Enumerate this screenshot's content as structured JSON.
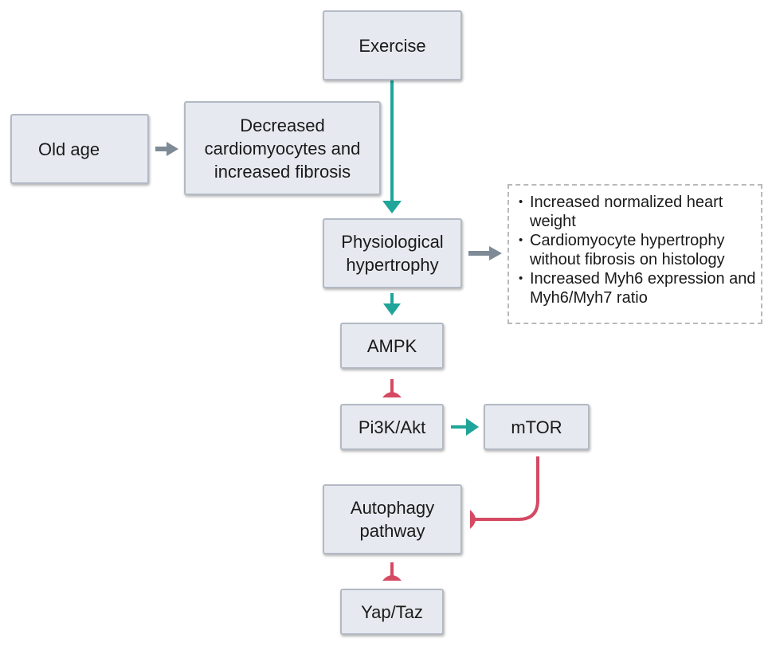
{
  "nodes": {
    "exercise": "Exercise",
    "old_age": "Old age",
    "decreased": [
      "Decreased",
      "cardiomyocytes and",
      "increased fibrosis"
    ],
    "physiological_hypertrophy": [
      "Physiological",
      "hypertrophy"
    ],
    "ampk": "AMPK",
    "pi3k_akt": "Pi3K/Akt",
    "mtor": "mTOR",
    "autophagy": [
      "Autophagy",
      "pathway"
    ],
    "yap_taz": "Yap/Taz"
  },
  "outcomes": [
    "Increased normalized heart weight",
    "Cardiomyocyte hypertrophy without fibrosis on histology",
    "Increased Myh6 expression and Myh6/Myh7 ratio"
  ],
  "edges": [
    {
      "from": "Exercise",
      "to": "Physiological hypertrophy",
      "type": "activation"
    },
    {
      "from": "Old age",
      "to": "Decreased cardiomyocytes and increased fibrosis",
      "type": "neutral"
    },
    {
      "from": "Physiological hypertrophy",
      "to": "outcomes",
      "type": "neutral"
    },
    {
      "from": "Physiological hypertrophy",
      "to": "AMPK",
      "type": "activation"
    },
    {
      "from": "AMPK",
      "to": "Pi3K/Akt",
      "type": "inhibition"
    },
    {
      "from": "Pi3K/Akt",
      "to": "mTOR",
      "type": "activation"
    },
    {
      "from": "mTOR",
      "to": "Autophagy pathway",
      "type": "inhibition"
    },
    {
      "from": "Autophagy pathway",
      "to": "Yap/Taz",
      "type": "inhibition"
    }
  ],
  "colors": {
    "node_fill": "#e6e9ef",
    "node_border": "#b3bac5",
    "activation": "#1fa59a",
    "inhibition": "#d44a63",
    "neutral": "#7e8b97",
    "dashed_border": "#b9b9b9"
  }
}
